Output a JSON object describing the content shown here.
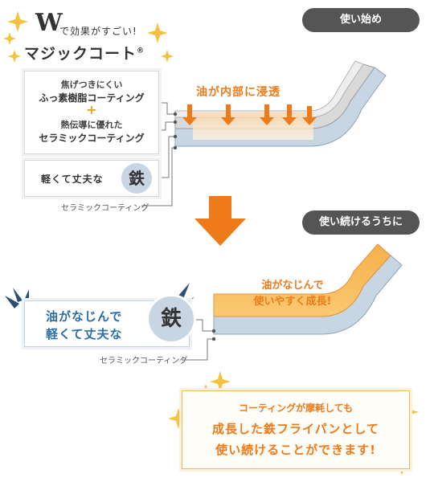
{
  "title": {
    "w_letter": "W",
    "sub": "で効果がすごい!",
    "main": "マジックコート",
    "reg": "®"
  },
  "stages": {
    "start_label": "使い始め",
    "continue_label": "使い続けるうちに"
  },
  "top_section": {
    "coating_line1": "焦げつきにくい",
    "coating_line2": "ふっ素樹脂コーティング",
    "plus": "+",
    "coating_line3": "熱伝導に優れた",
    "coating_line4": "セラミックコーティング",
    "iron_text": "軽くて丈夫な",
    "iron_badge": "鉄",
    "ceramic_label": "セラミックコーティング",
    "oil_label": "油が内部に浸透"
  },
  "bottom_section": {
    "oil_label_line1": "油がなじんで",
    "oil_label_line2": "使いやすく成長!",
    "box_line1": "油がなじんで",
    "box_line2": "軽くて丈夫な",
    "iron_badge": "鉄",
    "ceramic_label": "セラミックコーティング"
  },
  "conclusion": {
    "line1": "コーティングが摩耗しても",
    "line2": "成長した鉄フライパンとして",
    "line3": "使い続けることができます!"
  },
  "colors": {
    "orange": "#ee7a1a",
    "steel_blue": "#c7d6e2",
    "pill_gray": "#555555",
    "sparkle": "#f6c23e",
    "text_blue": "#2a6ea6"
  }
}
